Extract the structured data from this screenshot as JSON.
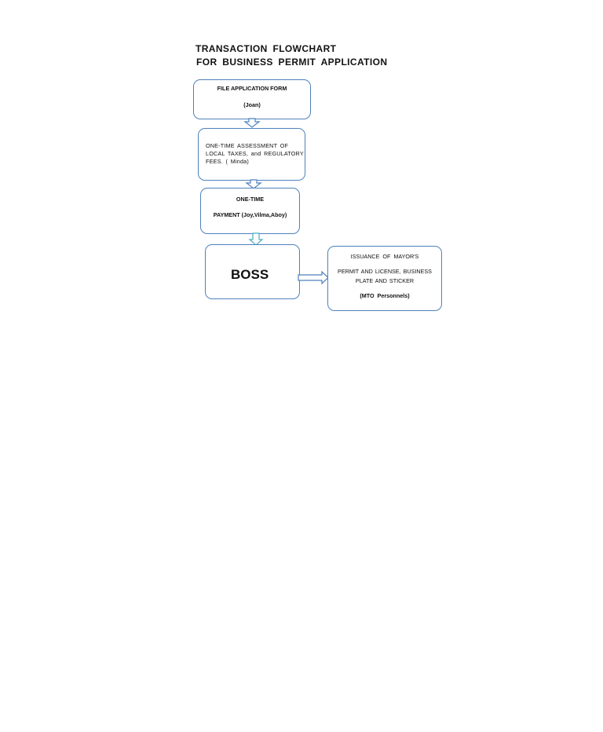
{
  "title": {
    "line1": "TRANSACTION   FLOWCHART",
    "line2": "FOR  BUSINESS  PERMIT  APPLICATION"
  },
  "steps": {
    "file_application": {
      "label": "FILE  APPLICATION  FORM",
      "person": "(Joan)"
    },
    "assessment": {
      "line1": "ONE-TIME   ASSESSMENT OF",
      "line2": "LOCAL  TAXES,  and  REGULATORY",
      "line3": "FEES.   (   Minda)"
    },
    "payment": {
      "label": "ONE-TIME",
      "persons": "PAYMENT (Joy,Vilma,Aboy)"
    },
    "boss": {
      "label": "BOSS"
    },
    "issuance": {
      "line1": "ISSUANCE  OF  MAYOR'S",
      "line2": "PERMIT  AND  LICENSE, BUSINESS",
      "line3": "PLATE  AND  STICKER",
      "person": "(MTO   Personnels)"
    }
  },
  "colors": {
    "box_border": "#4f81bd",
    "arrow_outline": "#4f81bd",
    "arrow_teal": "#4bacc6"
  }
}
